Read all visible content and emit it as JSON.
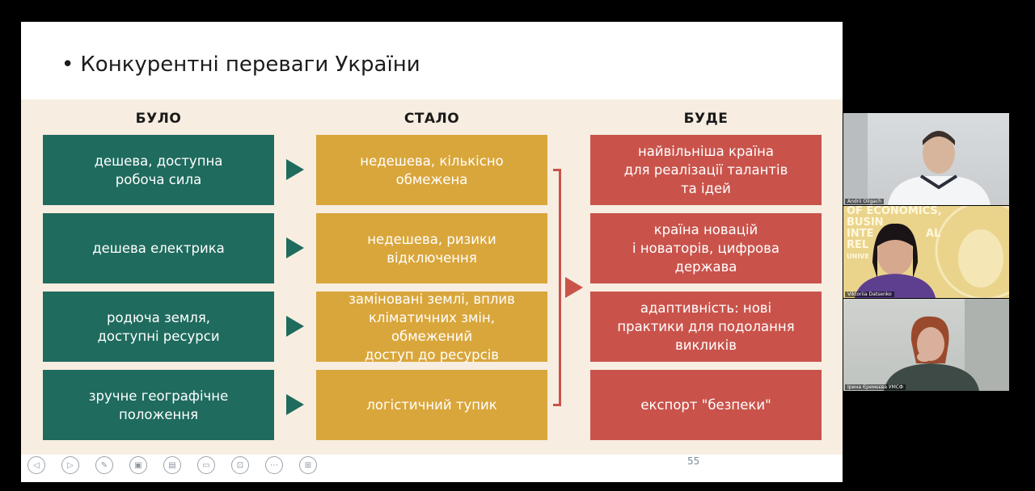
{
  "slide": {
    "title": "Конкурентні переваги України",
    "bullet": "•",
    "page_number": "55"
  },
  "columns": {
    "was": "БУЛО",
    "now": "СТАЛО",
    "will": "БУДЕ"
  },
  "was_items": [
    "дешева, доступна\nробоча сила",
    "дешева електрика",
    "родюча земля,\nдоступні ресурси",
    "зручне географічне\nположення"
  ],
  "now_items": [
    "недешева, кількісно\nобмежена",
    "недешева, ризики\nвідключення",
    "заміновані землі, вплив\nкліматичних змін, обмежений\nдоступ до ресурсів",
    "логістичний тупик"
  ],
  "will_items": [
    "найвільніша країна\nдля реалізації талантів\nта ідей",
    "країна новацій\nі новаторів, цифрова\nдержава",
    "адаптивність: нові\nпрактики для подолання\nвикликів",
    "експорт \"безпеки\""
  ],
  "colors": {
    "green": "#1f6b5e",
    "yellow": "#d9a63b",
    "red": "#c9534b",
    "panel": "#f7ede1"
  },
  "toolbar_icons": [
    "previous-icon",
    "next-icon",
    "pen-icon",
    "slides-icon",
    "subtitles-icon",
    "camera-icon",
    "presenter-icon",
    "more-icon",
    "display-icon"
  ],
  "participants": [
    {
      "name": "Andrii Oligach"
    },
    {
      "name": "Viktoriia Datsenko"
    },
    {
      "name": "Ірина Єремєєва УМСФ"
    }
  ],
  "background_text": {
    "line1": "OF ECONOMICS,",
    "line2": "BUSIN",
    "line3": "INTE",
    "line4": "AL",
    "line5": "REL",
    "line6": "UNIVE"
  }
}
